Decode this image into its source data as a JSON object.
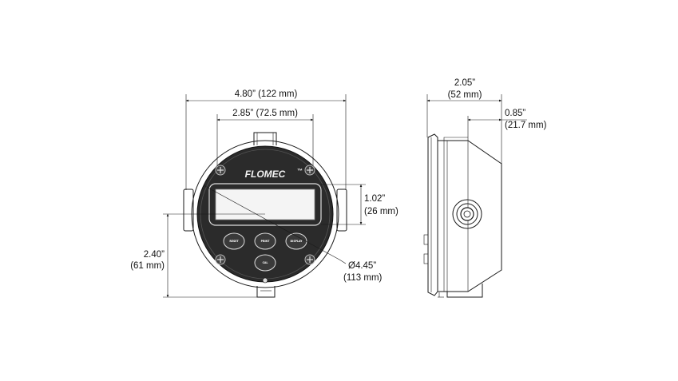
{
  "logo": {
    "text": "FLOMEC",
    "mark": "™"
  },
  "front_view": {
    "overall_width": {
      "line1": "4.80” (122 mm)"
    },
    "inner_width": {
      "line1": "2.85” (72.5 mm)"
    },
    "display_height": {
      "line1": "1.02”",
      "line2": "(26 mm)"
    },
    "center_height": {
      "line1": "2.40”",
      "line2": "(61 mm)"
    },
    "diameter": {
      "line1": "Ø4.45”",
      "line2": "(113 mm)"
    },
    "buttons": [
      {
        "icon": "reset-button-icon",
        "label": "RESET"
      },
      {
        "icon": "print-button-icon",
        "label": "PRINT"
      },
      {
        "icon": "display-button-icon",
        "label": "DISPLAY"
      },
      {
        "icon": "calibrate-button-icon",
        "label": "CAL"
      }
    ]
  },
  "side_view": {
    "depth": {
      "line1": "2.05”",
      "line2": "(52 mm)"
    },
    "lip": {
      "line1": "0.85”",
      "line2": "(21.7 mm)"
    }
  },
  "colors": {
    "line": "#1a1a1a",
    "bezel": "#2b2b2b",
    "button": "#3a3a3a",
    "background": "#ffffff"
  }
}
